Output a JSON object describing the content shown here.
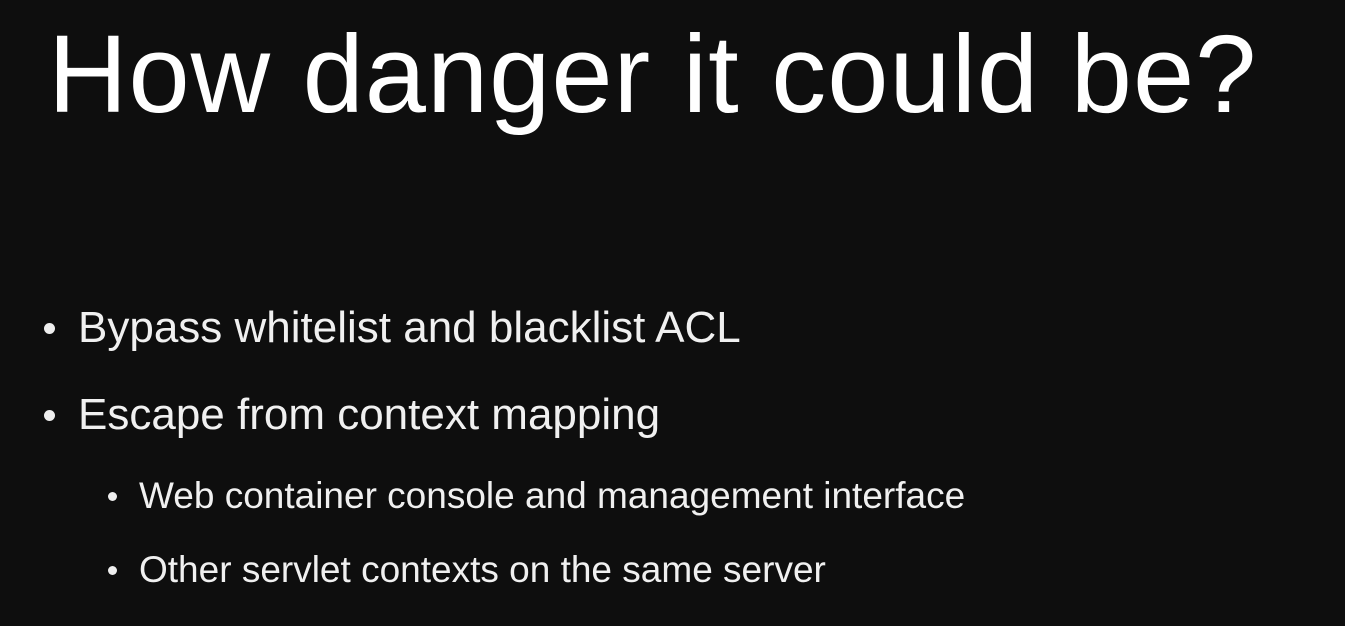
{
  "slide": {
    "title": "How danger it could be?",
    "bullets": [
      {
        "text": "Bypass whitelist and blacklist ACL",
        "level": 1
      },
      {
        "text": "Escape from context mapping",
        "level": 1
      },
      {
        "text": "Web container console and management interface",
        "level": 2
      },
      {
        "text": "Other servlet contexts on the same server",
        "level": 2
      }
    ]
  }
}
